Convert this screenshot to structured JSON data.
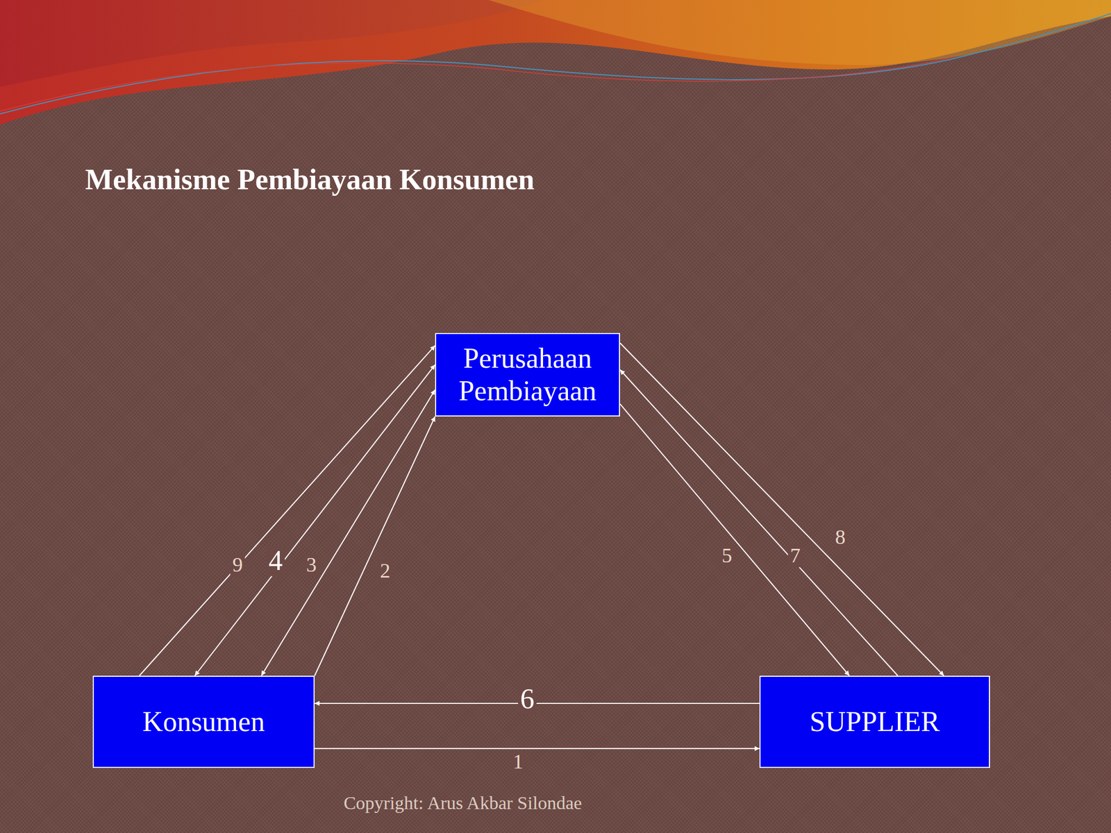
{
  "diagram": {
    "title": "Mekanisme Pembiayaan Konsumen",
    "nodes": [
      {
        "text": [
          "Perusahaan Pembiayaan"
        ]
      },
      {
        "text": [
          "Konsumen"
        ]
      },
      {
        "text": [
          "SUPPLIER"
        ]
      }
    ],
    "edges": [
      {
        "from": 1,
        "to": 2,
        "arrow": "to",
        "label": "1"
      },
      {
        "from": 1,
        "to": 0,
        "arrow": "to",
        "label": "2"
      },
      {
        "from": 0,
        "to": 1,
        "arrow": "both",
        "label": "3"
      },
      {
        "from": 0,
        "to": 1,
        "arrow": "both",
        "label": "4"
      },
      {
        "from": 0,
        "to": 2,
        "arrow": "to",
        "label": "5"
      },
      {
        "from": 2,
        "to": 1,
        "arrow": "to",
        "label": "6"
      },
      {
        "from": 2,
        "to": 0,
        "arrow": "to",
        "label": "7"
      },
      {
        "from": 0,
        "to": 2,
        "arrow": "to",
        "label": "8"
      },
      {
        "from": 1,
        "to": 0,
        "arrow": "to",
        "label": "9"
      }
    ],
    "labels": [
      "Copyright: Arus Akbar Silondae"
    ]
  }
}
